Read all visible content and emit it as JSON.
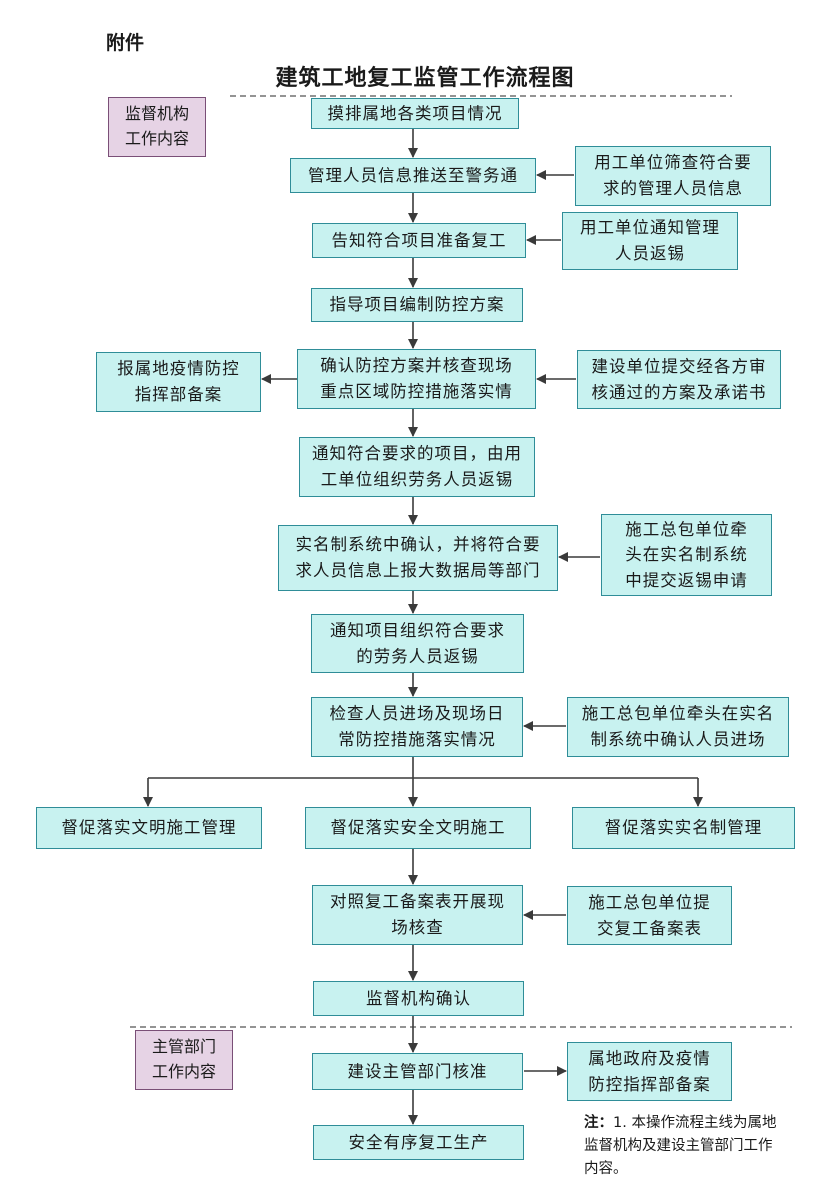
{
  "header": {
    "attachment": "附件",
    "title": "建筑工地复工监管工作流程图"
  },
  "sections": [
    {
      "id": "supervision",
      "label": "监督机构\n工作内容"
    },
    {
      "id": "authority",
      "label": "主管部门\n工作内容"
    }
  ],
  "main_flow": [
    {
      "id": "m1",
      "text": "摸排属地各类项目情况"
    },
    {
      "id": "m2",
      "text": "管理人员信息推送至警务通"
    },
    {
      "id": "m3",
      "text": "告知符合项目准备复工"
    },
    {
      "id": "m4",
      "text": "指导项目编制防控方案"
    },
    {
      "id": "m5",
      "text": "确认防控方案并核查现场\n重点区域防控措施落实情"
    },
    {
      "id": "m6",
      "text": "通知符合要求的项目，由用\n工单位组织劳务人员返锡"
    },
    {
      "id": "m7",
      "text": "实名制系统中确认，并将符合要\n求人员信息上报大数据局等部门"
    },
    {
      "id": "m8",
      "text": "通知项目组织符合要求\n的劳务人员返锡"
    },
    {
      "id": "m9",
      "text": "检查人员进场及现场日\n常防控措施落实情况"
    },
    {
      "id": "m10",
      "text": "对照复工备案表开展现\n场核查"
    },
    {
      "id": "m11",
      "text": "监督机构确认"
    },
    {
      "id": "m12",
      "text": "建设主管部门核准"
    },
    {
      "id": "m13",
      "text": "安全有序复工生产"
    }
  ],
  "inputs": [
    {
      "id": "r1",
      "text": "用工单位筛查符合要\n求的管理人员信息"
    },
    {
      "id": "r2",
      "text": "用工单位通知管理\n人员返锡"
    },
    {
      "id": "r3",
      "text": "建设单位提交经各方审\n核通过的方案及承诺书"
    },
    {
      "id": "r4",
      "text": "施工总包单位牵\n头在实名制系统\n中提交返锡申请"
    },
    {
      "id": "r5",
      "text": "施工总包单位牵头在实名\n制系统中确认人员进场"
    },
    {
      "id": "r6",
      "text": "施工总包单位提\n交复工备案表"
    }
  ],
  "outputs": [
    {
      "id": "l1",
      "text": "报属地疫情防控\n指挥部备案"
    },
    {
      "id": "o2",
      "text": "属地政府及疫情\n防控指挥部备案"
    }
  ],
  "branches": [
    {
      "id": "b1",
      "text": "督促落实文明施工管理"
    },
    {
      "id": "b2",
      "text": "督促落实安全文明施工"
    },
    {
      "id": "b3",
      "text": "督促落实实名制管理"
    }
  ],
  "note": {
    "lead": "注：",
    "text": "1. 本操作流程主线为属地监督机构及建设主管部门工作内容。"
  },
  "colors": {
    "box_fill": "#c8f2f0",
    "box_border": "#2f8d98",
    "section_fill": "#e6d3e5",
    "section_border": "#7a4f77",
    "line": "#3a3a3a"
  }
}
